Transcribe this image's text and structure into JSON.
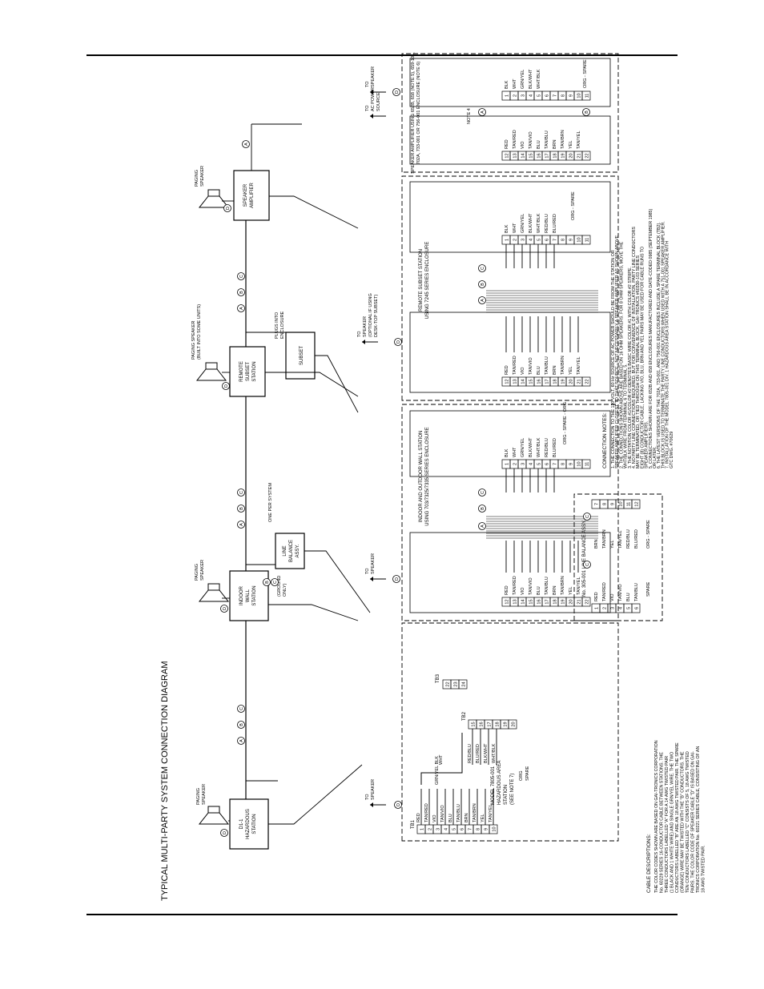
{
  "title": "TYPICAL MULTI-PARTY SYSTEM CONNECTION DIAGRAM",
  "blocks": {
    "haz": [
      "D1-1",
      "HAZARDOUS",
      "STATION"
    ],
    "indoor": [
      "INDOOR",
      "WALL",
      "STATION"
    ],
    "remote": [
      "REMOTE",
      "SUBSET",
      "STATION"
    ],
    "amp": [
      "SPEAKER",
      "AMPLIFIER"
    ],
    "linebal": [
      "LINE",
      "BALANCE",
      "ASSY."
    ],
    "subset": "SUBSET"
  },
  "speakers": {
    "paging": [
      "PAGING",
      "SPEAKER"
    ],
    "builtin": [
      "PAGING SPEAKER",
      "(BUILT INTO SOME UNITS)"
    ]
  },
  "labels": {
    "ground_only": [
      "(GROUND",
      "ONLY)"
    ],
    "one_per_system": "ONE PER SYSTEM",
    "plugs_into": [
      "PLUGS INTO",
      "ENCLOSURE"
    ],
    "to_speaker": [
      "TO",
      "SPEAKER"
    ],
    "to_speaker_optional": [
      "TO",
      "SPEAKER",
      "(OPTIONAL IF USING",
      "DESK-TOP SUBSET)"
    ],
    "to_ac_power": [
      "TO",
      "AC POWER",
      "SOURCE"
    ],
    "note4": "NOTE 4",
    "spare": "SPARE",
    "org": "ORG",
    "org_spare": "ORG - SPARE",
    "org_spare_org": "ORG - SPARE - ORG",
    "wht": "WHT",
    "grn_yel_blk": "GRN/YEL  BLK"
  },
  "bubbles": [
    "A",
    "B",
    "C",
    "D"
  ],
  "panels": {
    "haz": [
      "MODEL 7805-001",
      "HAZARDOUS AREA",
      "STATION",
      "(SEE NOTE 7)"
    ],
    "haz_tb1": "TB1",
    "haz_tb2": "TB2",
    "haz_tb3": "TB3",
    "indoor": [
      "INDOOR AND OUTDOOR WALL STATION",
      "USING 703/7325/7335 SERIES ENCLOSURE"
    ],
    "remote": [
      "REMOTE SUBSET STATION",
      "USING 7245 SERIES ENCLOSURE"
    ],
    "amp": [
      "SPEAKER AMPLIFIER USING 652B, 658 (NOTE 5), 659-101,",
      "702A, 733-001 OR 756-001 ENCLOSURE (NOTE 6)"
    ],
    "lb": "No. 305-001 LINE BALANCE ASSY."
  },
  "wires": {
    "tb1": [
      "RED",
      "TAN/RED",
      "VIO",
      "TAN/VIO",
      "BLU",
      "TAN/BLU",
      "BRN",
      "TAN/BRN",
      "YEL",
      "TAN/YEL"
    ],
    "tb2": [
      "RED/BLU",
      "BLU/RED",
      "BLK/WHT",
      "WHT/BLK"
    ],
    "field12": [
      "RED",
      "TAN/RED",
      "VIO",
      "TAN/VIO",
      "BLU",
      "TAN/BLU",
      "BRN",
      "TAN/BRN",
      "YEL",
      "TAN/YEL"
    ],
    "station": [
      "BLK",
      "WHT",
      "GRN/YEL",
      "BLK/WHT",
      "WHT/BLK",
      "RED/BLU",
      "BLU/RED"
    ],
    "amp_left": [
      "RED",
      "TAN/RED",
      "VIO",
      "TAN/VIO",
      "BLU",
      "TAN/BLU",
      "BRN",
      "TAN/BRN",
      "YEL",
      "TAN/YEL"
    ],
    "amp_right": [
      "BLK",
      "WHT",
      "GRN/YEL",
      "BLK/WHT",
      "WHT/BLK"
    ],
    "lb_left": [
      "RED",
      "TAN/RED",
      "VIO",
      "TAN/VIO",
      "BLU",
      "TAN/BLU"
    ],
    "lb_right": [
      "BRN",
      "TAN/BRN",
      "YEL",
      "TAN/YEL",
      "RED/BLU",
      "BLU/RED"
    ]
  },
  "cable": {
    "heading": "CABLE DESCRIPTIONS:",
    "lines": [
      "THE COLOR CODES SHOWN ARE BASED ON GAI-TRONICS CORPORATION",
      "No. 60229 SERIES 16-CONDUCTOR CABLE BETWEEN STATIONS. THE",
      "THREE CONDUCTORS LABELLED \"A\" FOR A 14 AWG TWISTED PAIR",
      "(1 BLACK AND 1 WHITE WIRE) AND SINGLE GRN/YEL WIRE. THE TWO",
      "CONDUCTORS LABELLED \"B\" ARE AN 18 AWG TWISTED PAIR. THE SPARE",
      "(ORANGE) WIRE MAY BE TWISTED WITH THE \"B\" CONDUCTORS. THE",
      "TEN CONDUCTORS LABELLED \"C\" CONSISTS OF 5, 18 AWG TWISTED",
      "PAIRS. THE COLOR CODE OF SPEAKER CABLE \"D\" IS BASED ON GAI-",
      "TRONICS CORPORATION No. 60221 SERIES CABLE, CONSISTING OF AN",
      "18 AWG TWISTED PAIR."
    ]
  },
  "notes": {
    "heading": "CONNECTION NOTES:",
    "lines": [
      "1. THE CONNECTION TO THE 120 VOLT, 60 Hz SOURCE OF AC POWER SHOULD BE FROM THE STATION OR",
      "   SPEAKER AMPLIFIER CLOSEST TO THAT SOURCE - NOT NECESSARILY A SPEAKER AMPLIFIER AS SHOWN ABOVE.",
      "2. THE CONNECTIONS SHOWN ABOVE ARE BASED ON 16 OHM SPEAKERS. FOR 8 OHM SPEAKERS, MOVE THE",
      "   WHT/BLK WIRE FROM TERMINAL 6 TO TERMINAL 5.",
      "3. THE NOTATION COLOR #1/COLOR #2 DENOTES BASIC WIRE COLOR #1 WITH COLOR #2 STRIPE.",
      "4. NO PARTY LINE CONNECTIONS REQUIRED, BUT FOR CONVENIENCE OF INSTALLATION, PARTY LINE CONDUCTORS",
      "   MAY BE TERMINATED, OR TIED THROUGH ON THIS TERMINAL BLOCK. GAI-TRONICS #60330-103 SERIES",
      "   EIGHT (8) CONDUCTOR CABLE, LACKING VIO, BLU, BRN AND YEL PAIRS MAY BE USED FOR CABLE RUNS TO",
      "   SPEAKER AMPLIFIERS.",
      "5. CONNECTIONS SHOWN ARE FOR 652B AND 658 ENCLOSURES MANUFACTURED AND DATE-CODED 0985 (SEPTEMBER 1985)",
      "   OR LATER.",
      "6. THE LATEST VERSIONS OF THE 702A, 733-001, AND 756-001 ENCLOSURES INCLUDE A SPARE TERMINAL BLOCK (TB2).",
      "   THIS BLOCK IS USED TO TERMINATE THE PARTY LINE CONDUCTORS WHEN USED WITH A 751-001 SPEAKER AMPLIFIER.",
      "7. INSTALLATION OF THE MODEL 7805-001 DIV. 1 HAZARDOUS AREA STATION SHALL BE IN ACCORDANCE WITH",
      "   GTC DWG. #70629"
    ]
  }
}
